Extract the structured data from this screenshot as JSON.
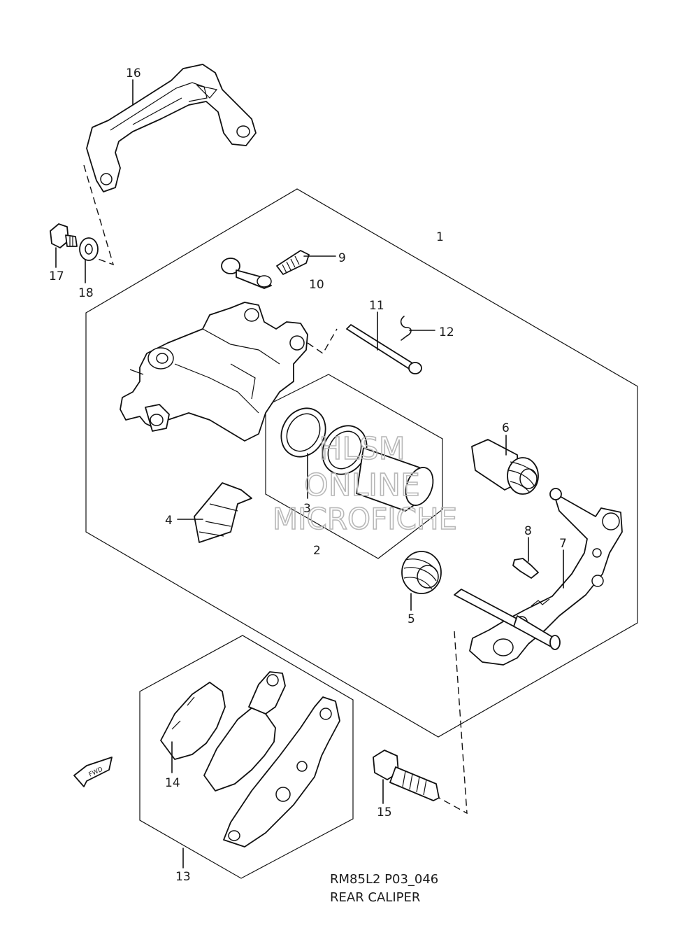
{
  "callouts": {
    "c1": "1",
    "c2": "2",
    "c3": "3",
    "c4": "4",
    "c5": "5",
    "c6": "6",
    "c7": "7",
    "c8": "8",
    "c9": "9",
    "c10": "10",
    "c11": "11",
    "c12": "12",
    "c13": "13",
    "c14": "14",
    "c15": "15",
    "c16": "16",
    "c17": "17",
    "c18": "18"
  },
  "caption": {
    "code": "RM85L2 P03_046",
    "title": "REAR CALIPER"
  },
  "watermark": {
    "line1": "HLSM",
    "line2": "ONLINE",
    "line3": "MICROFICHE"
  },
  "fwd_badge": "FWD"
}
